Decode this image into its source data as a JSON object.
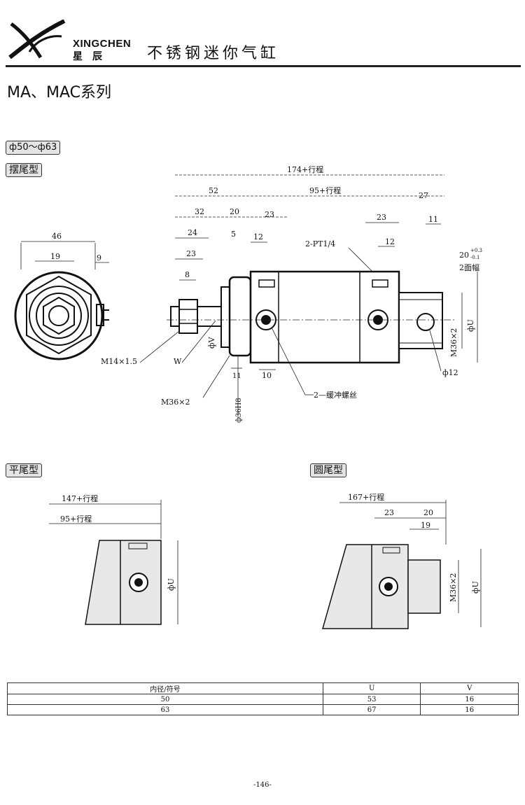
{
  "header": {
    "brand_en": "XINGCHEN",
    "brand_cn": "星辰",
    "product_title": "不锈钢迷你气缸"
  },
  "series_title": "MA、MAC系列",
  "size_range": "ф50～ф63",
  "sections": {
    "swing": "摆尾型",
    "flat": "平尾型",
    "round": "圆尾型"
  },
  "main_drawing": {
    "dims": {
      "total": "174+行程",
      "d52": "52",
      "stroke95": "95+行程",
      "d27": "27",
      "d32": "32",
      "d20": "20",
      "d23a": "23",
      "d23b": "23",
      "d11": "11",
      "d24": "24",
      "d5": "5",
      "d12a": "12",
      "port": "2-PT1/4",
      "d12b": "12",
      "tol_main": "20",
      "tol_up": "+0.3",
      "tol_low": "-0.1",
      "width_flats": "2面幅",
      "d23c": "23",
      "d8": "8",
      "phiV": "фV",
      "m36_right": "M36×2",
      "phiU": "фU",
      "m14": "M14×1.5",
      "w": "W",
      "d10": "10",
      "d11b": "11",
      "phi12": "ф12",
      "m36_bottom": "M36×2",
      "cushion": "2—缓冲螺丝",
      "phi36": "ф36H8"
    }
  },
  "end_view": {
    "d46": "46",
    "d19": "19",
    "d9": "9"
  },
  "flat_drawing": {
    "d147": "147+行程",
    "d95": "95+行程",
    "phiU": "фU"
  },
  "round_drawing": {
    "d167": "167+行程",
    "d23": "23",
    "d20": "20",
    "d19": "19",
    "m36": "M36×2",
    "phiU": "фU"
  },
  "table": {
    "headers": [
      "内径/符号",
      "U",
      "V"
    ],
    "rows": [
      [
        "50",
        "53",
        "16"
      ],
      [
        "63",
        "67",
        "16"
      ]
    ]
  },
  "page_number": "-146-"
}
